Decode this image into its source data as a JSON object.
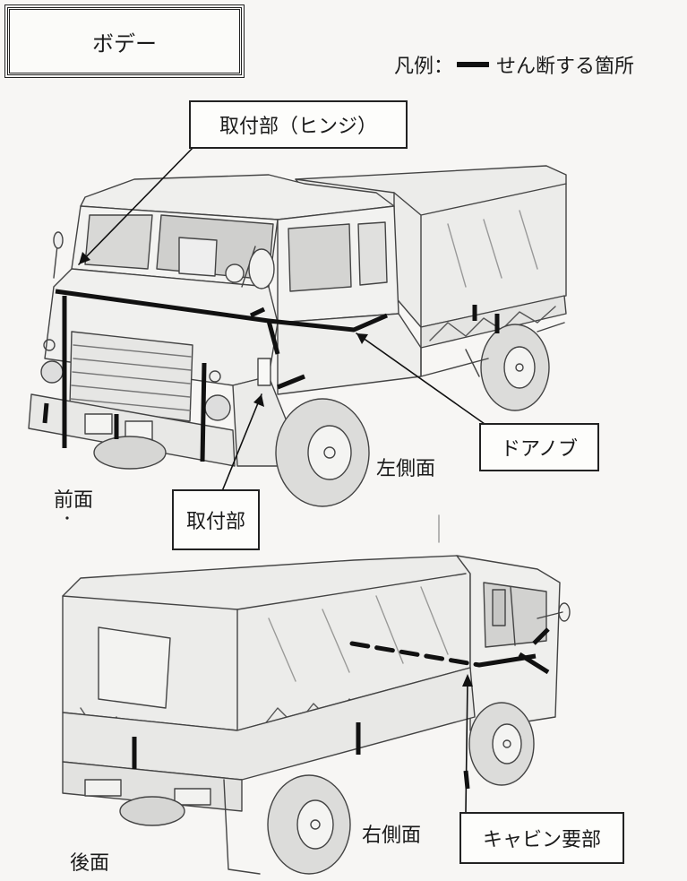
{
  "title": "ボデー",
  "legend": {
    "prefix": "凡例：",
    "text": "せん断する箇所"
  },
  "callouts": {
    "hinge": "取付部（ヒンジ）",
    "door_knob": "ドアノブ",
    "mount": "取付部",
    "cabin": "キャビン要部"
  },
  "views": {
    "front": "前面",
    "left_side": "左側面",
    "right_side": "右側面",
    "rear": "後面"
  }
}
